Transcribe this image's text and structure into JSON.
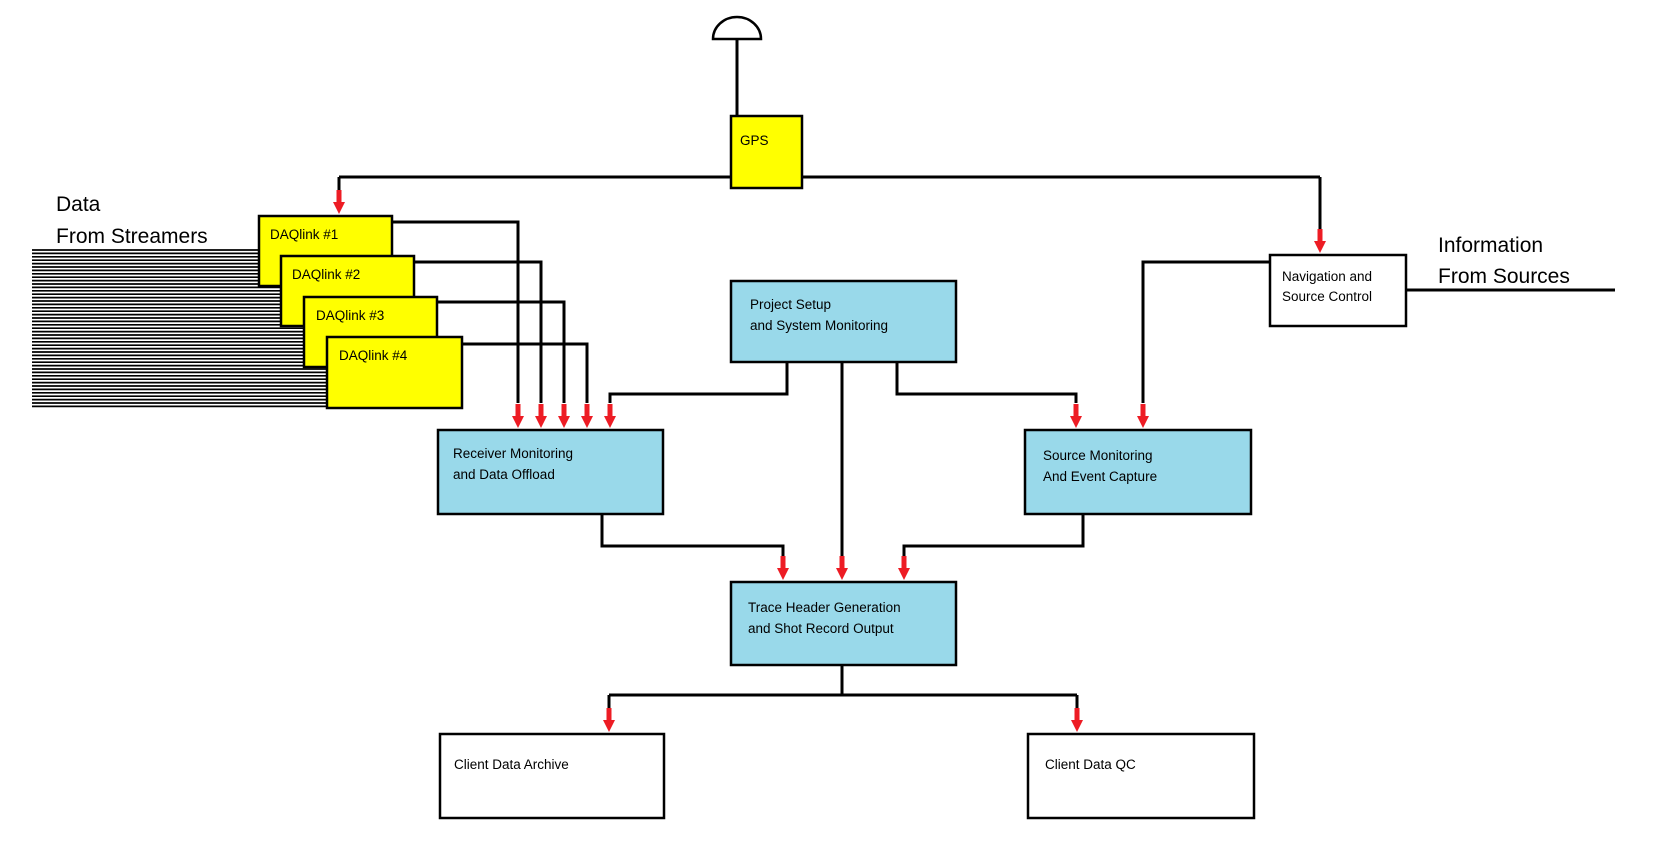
{
  "colors": {
    "gps_fill": "#ffff00",
    "daq_fill": "#ffff00",
    "process_fill": "#99d9ea",
    "output_fill": "#ffffff",
    "line": "#000000",
    "arrow": "#ed1c24"
  },
  "labels": {
    "data_line1": "Data",
    "data_line2": "From Streamers",
    "info_line1": "Information",
    "info_line2": "From Sources"
  },
  "nodes": {
    "gps": {
      "line1": "GPS"
    },
    "daq1": {
      "line1": "DAQlink #1"
    },
    "daq2": {
      "line1": "DAQlink #2"
    },
    "daq3": {
      "line1": "DAQlink #3"
    },
    "daq4": {
      "line1": "DAQlink #4"
    },
    "nav": {
      "line1": "Navigation and",
      "line2": "Source Control"
    },
    "project": {
      "line1": "Project Setup",
      "line2": "and System Monitoring"
    },
    "receiver": {
      "line1": "Receiver Monitoring",
      "line2": "and Data Offload"
    },
    "source": {
      "line1": "Source Monitoring",
      "line2": "And Event Capture"
    },
    "trace": {
      "line1": "Trace Header Generation",
      "line2": "and Shot Record Output"
    },
    "archive": {
      "line1": "Client Data Archive"
    },
    "qc": {
      "line1": "Client Data QC"
    }
  },
  "edges": [
    {
      "from": "antenna",
      "to": "gps"
    },
    {
      "from": "gps",
      "to": "daq1"
    },
    {
      "from": "gps",
      "to": "nav"
    },
    {
      "from": "daq1",
      "to": "receiver"
    },
    {
      "from": "daq2",
      "to": "receiver"
    },
    {
      "from": "daq3",
      "to": "receiver"
    },
    {
      "from": "daq4",
      "to": "receiver"
    },
    {
      "from": "project",
      "to": "receiver"
    },
    {
      "from": "project",
      "to": "source"
    },
    {
      "from": "project",
      "to": "trace"
    },
    {
      "from": "nav",
      "to": "source"
    },
    {
      "from": "receiver",
      "to": "trace"
    },
    {
      "from": "source",
      "to": "trace"
    },
    {
      "from": "trace",
      "to": "archive"
    },
    {
      "from": "trace",
      "to": "qc"
    }
  ]
}
